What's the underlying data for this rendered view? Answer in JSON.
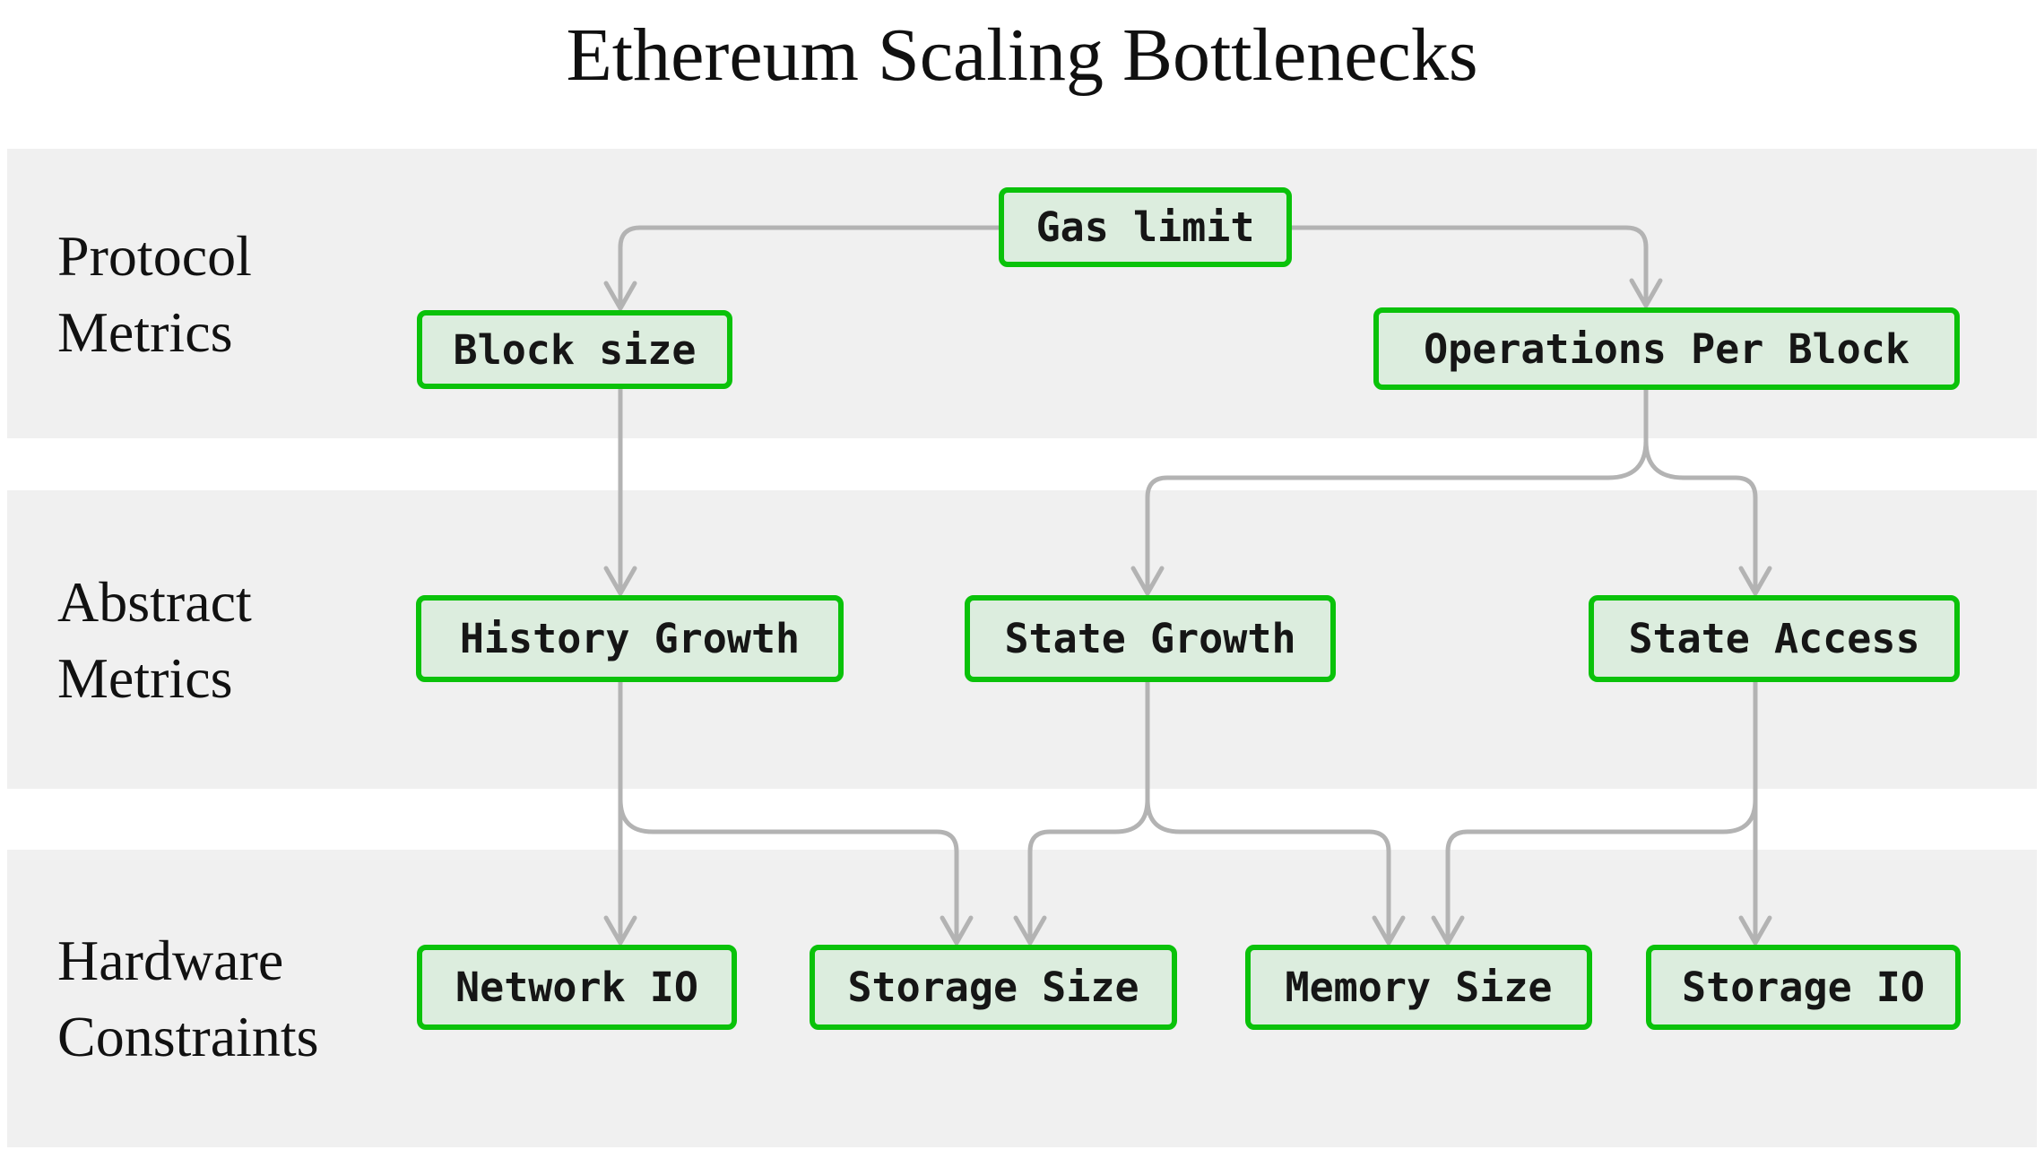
{
  "title": "Ethereum Scaling Bottlenecks",
  "colors": {
    "node_border": "#0ac20a",
    "node_fill": "#dcedde",
    "band_background": "#f0f0f0",
    "edge": "#b3b3b3",
    "text": "#111111"
  },
  "bands": [
    {
      "id": "protocol",
      "label_line1": "Protocol",
      "label_line2": "Metrics"
    },
    {
      "id": "abstract",
      "label_line1": "Abstract",
      "label_line2": "Metrics"
    },
    {
      "id": "hardware",
      "label_line1": "Hardware",
      "label_line2": "Constraints"
    }
  ],
  "nodes": [
    {
      "id": "gas-limit",
      "label": "Gas limit",
      "band": "protocol"
    },
    {
      "id": "block-size",
      "label": "Block size",
      "band": "protocol"
    },
    {
      "id": "operations-per-block",
      "label": "Operations Per Block",
      "band": "protocol"
    },
    {
      "id": "history-growth",
      "label": "History Growth",
      "band": "abstract"
    },
    {
      "id": "state-growth",
      "label": "State Growth",
      "band": "abstract"
    },
    {
      "id": "state-access",
      "label": "State Access",
      "band": "abstract"
    },
    {
      "id": "network-io",
      "label": "Network IO",
      "band": "hardware"
    },
    {
      "id": "storage-size",
      "label": "Storage Size",
      "band": "hardware"
    },
    {
      "id": "memory-size",
      "label": "Memory Size",
      "band": "hardware"
    },
    {
      "id": "storage-io",
      "label": "Storage IO",
      "band": "hardware"
    }
  ],
  "edges": [
    {
      "from": "gas-limit",
      "to": "block-size"
    },
    {
      "from": "gas-limit",
      "to": "operations-per-block"
    },
    {
      "from": "block-size",
      "to": "history-growth"
    },
    {
      "from": "operations-per-block",
      "to": "state-growth"
    },
    {
      "from": "operations-per-block",
      "to": "state-access"
    },
    {
      "from": "history-growth",
      "to": "network-io"
    },
    {
      "from": "history-growth",
      "to": "storage-size"
    },
    {
      "from": "state-growth",
      "to": "storage-size"
    },
    {
      "from": "state-growth",
      "to": "memory-size"
    },
    {
      "from": "state-access",
      "to": "memory-size"
    },
    {
      "from": "state-access",
      "to": "storage-io"
    }
  ]
}
